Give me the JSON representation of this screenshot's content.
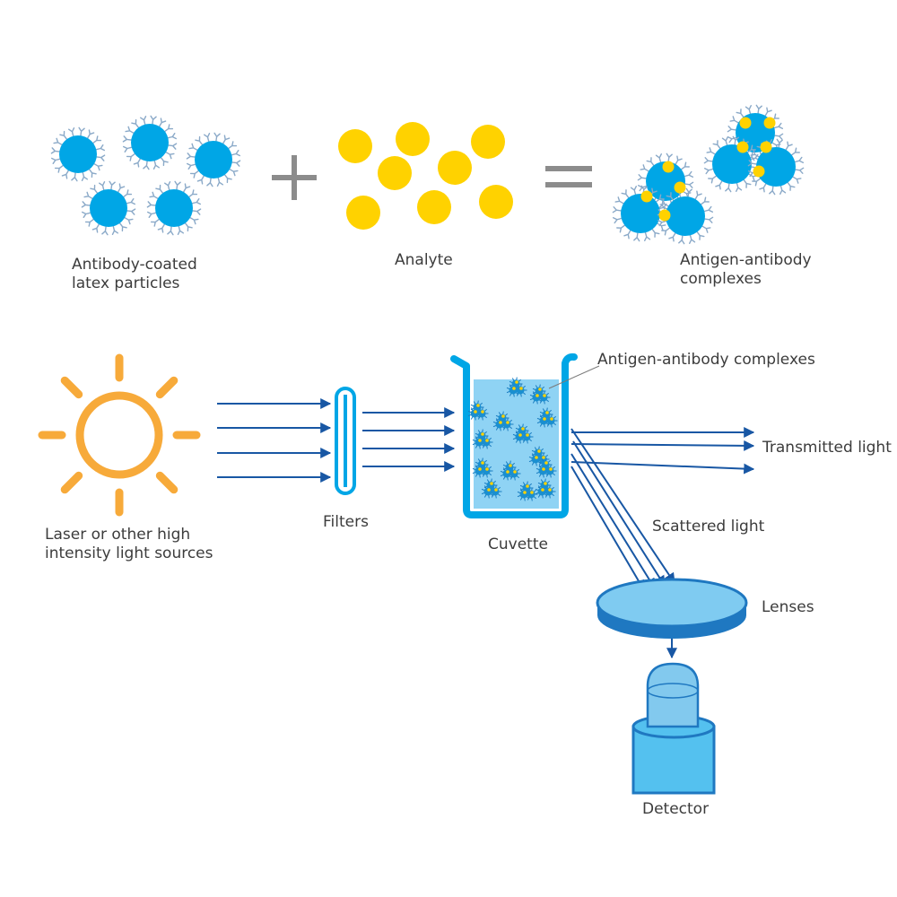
{
  "labels": {
    "antibody_line1": "Antibody-coated",
    "antibody_line2": "latex particles",
    "analyte": "Analyte",
    "complex_line1": "Antigen-antibody",
    "complex_line2": "complexes",
    "light_source_line1": "Laser or other high",
    "light_source_line2": "intensity light sources",
    "filters": "Filters",
    "cuvette": "Cuvette",
    "cuvette_contents": "Antigen-antibody complexes",
    "transmitted": "Transmitted light",
    "scattered": "Scattered light",
    "lenses": "Lenses",
    "detector": "Detector"
  },
  "operators": {
    "plus": "+",
    "equals": "="
  },
  "colors": {
    "particle_blue": "#00a6e6",
    "antibody_grey": "#8aa9c8",
    "analyte_yellow": "#ffd200",
    "sun_orange": "#f7aa3a",
    "arrow_blue": "#1857a4",
    "cuvette_outline": "#00a6e6",
    "cuvette_fill": "#8fd3f4",
    "lens_fill": "#7fcbf1",
    "detector_fill": "#54c1ef"
  }
}
